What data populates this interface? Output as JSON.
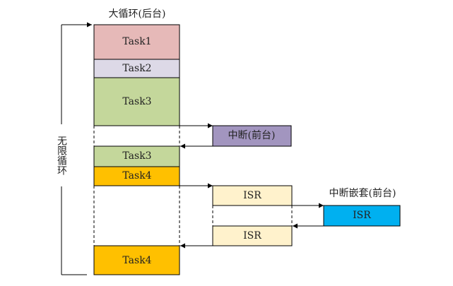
{
  "title": "大循环(后台)",
  "loop_label": "无限循环",
  "interrupt_label": "中断(前台)",
  "nested_label": "中断嵌套(前台)",
  "tasks": {
    "task1": "Task1",
    "task2": "Task2",
    "task3a": "Task3",
    "task3b": "Task3",
    "task4a": "Task4",
    "task4b": "Task4"
  },
  "isr": {
    "first": "ISR",
    "second": "ISR",
    "nested": "ISR"
  },
  "colors": {
    "task1": "#e6b9b8",
    "task2": "#ddd9e7",
    "task3": "#c4d79b",
    "task4": "#ffc000",
    "interrupt": "#a295bf",
    "isr": "#fff2cc",
    "nested_isr": "#00b0f0"
  }
}
